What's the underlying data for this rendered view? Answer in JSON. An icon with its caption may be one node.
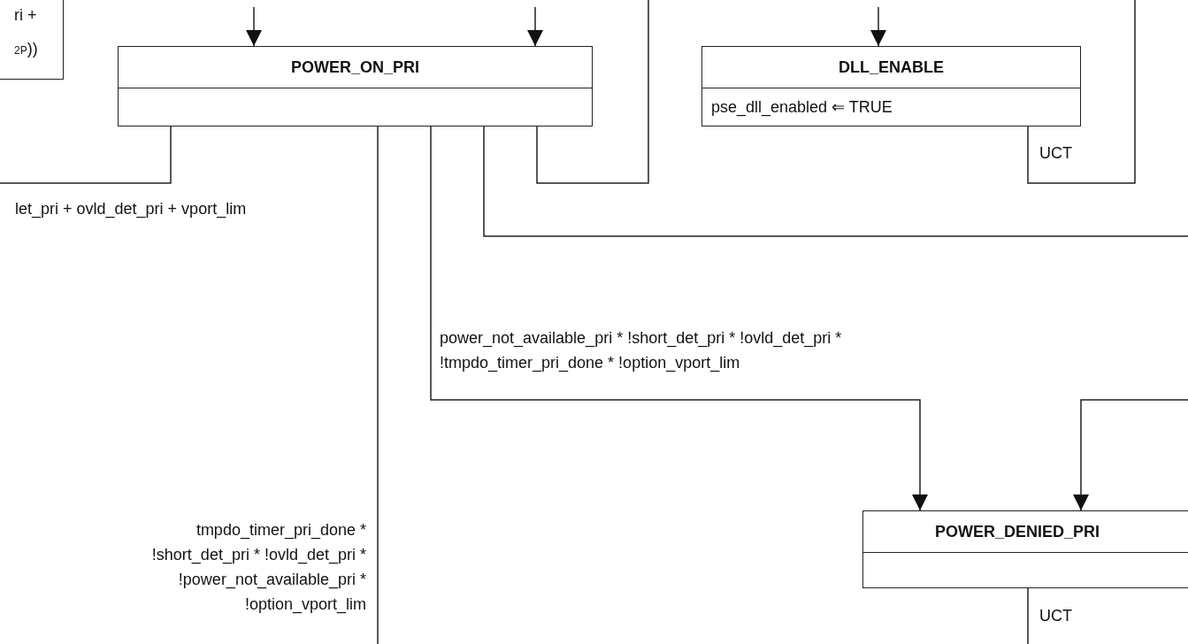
{
  "diagram": {
    "nodes": [
      {
        "text": [
          "ri + $_{2P}$))"
        ]
      },
      {
        "text": [
          "POWER_ON_PRI"
        ]
      },
      {
        "text": [
          "DLL_ENABLE",
          "pse_dll_enabled ⇐ TRUE"
        ]
      },
      {
        "text": [
          "POWER_DENIED_PRI"
        ]
      }
    ],
    "edges": [
      {
        "from": null,
        "to": 1,
        "arrow": "to"
      },
      {
        "from": null,
        "to": 1,
        "arrow": "to"
      },
      {
        "from": 1,
        "to": null,
        "arrow": "none",
        "label": "let_pri + ovld_det_pri + vport_lim"
      },
      {
        "from": 1,
        "to": null,
        "arrow": "none"
      },
      {
        "from": 1,
        "to": null,
        "arrow": "none"
      },
      {
        "from": 1,
        "to": 3,
        "arrow": "to",
        "label": "power_not_available_pri * !short_det_pri * !ovld_det_pri * !tmpdo_timer_pri_done * !option_vport_lim"
      },
      {
        "from": null,
        "to": 3,
        "arrow": "to"
      },
      {
        "from": 1,
        "to": null,
        "arrow": "none",
        "label": "tmpdo_timer_pri_done * !short_det_pri * !ovld_det_pri * !power_not_available_pri * !option_vport_lim"
      },
      {
        "from": null,
        "to": 2,
        "arrow": "to"
      },
      {
        "from": 2,
        "to": null,
        "arrow": "none",
        "label": "UCT"
      },
      {
        "from": 3,
        "to": null,
        "arrow": "none",
        "label": "UCT"
      }
    ]
  }
}
